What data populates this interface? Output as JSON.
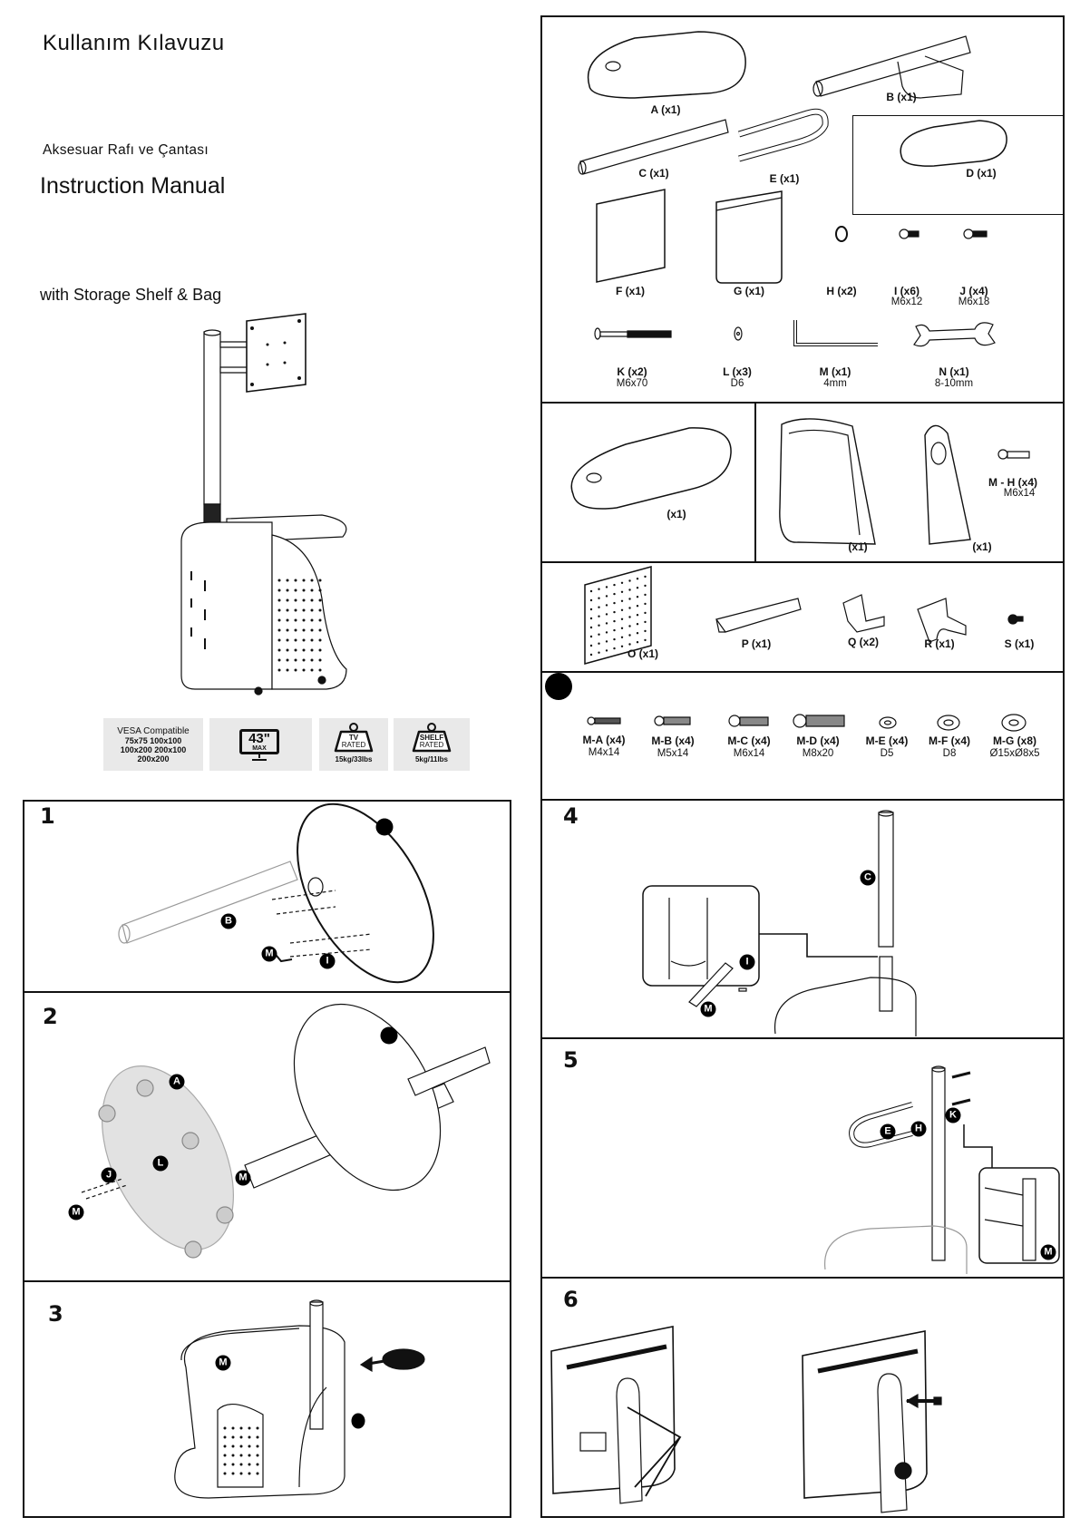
{
  "cover": {
    "title_tr": "Kullanım Kılavuzu",
    "subtitle_tr": "Aksesuar Rafı ve Çantası",
    "title_en": "Instruction Manual",
    "subtitle_en": "with Storage Shelf & Bag"
  },
  "badges": {
    "vesa": {
      "title": "VESA Compatible",
      "sizes": [
        "75x75 100x100",
        "100x200 200x100",
        "200x200"
      ]
    },
    "screen": {
      "size": "43\"",
      "label": "MAX",
      "icon": "tv-icon"
    },
    "tv_rated": {
      "line1": "TV",
      "line2": "RATED",
      "weight": "15kg/33lbs",
      "icon": "weight-icon"
    },
    "shelf_rated": {
      "line1": "SHELF",
      "line2": "RATED",
      "weight": "5kg/11lbs",
      "icon": "weight-icon"
    }
  },
  "parts": [
    {
      "label": "A (x1)"
    },
    {
      "label": "B (x1)"
    },
    {
      "label": "C (x1)"
    },
    {
      "label": "E (x1)"
    },
    {
      "label": "D (x1)"
    },
    {
      "label": "F (x1)"
    },
    {
      "label": "G (x1)"
    },
    {
      "label": "H (x2)"
    },
    {
      "label": "I (x6)",
      "spec": "M6x12"
    },
    {
      "label": "J (x4)",
      "spec": "M6x18"
    },
    {
      "label": "K (x2)",
      "spec": "M6x70"
    },
    {
      "label": "L (x3)",
      "spec": "D6"
    },
    {
      "label": "M (x1)",
      "spec": "4mm"
    },
    {
      "label": "N (x1)",
      "spec": "8-10mm"
    }
  ],
  "bag_parts": [
    {
      "label": "(x1)"
    },
    {
      "label": "(x1)"
    },
    {
      "label": "(x1)"
    },
    {
      "label": "M - H (x4)",
      "spec": "M6x14"
    }
  ],
  "accessories": [
    {
      "label": "O (x1)"
    },
    {
      "label": "P (x1)"
    },
    {
      "label": "Q (x2)"
    },
    {
      "label": "R (x1)"
    },
    {
      "label": "S (x1)"
    }
  ],
  "hardware": [
    {
      "label": "M-A (x4)",
      "spec": "M4x14"
    },
    {
      "label": "M-B (x4)",
      "spec": "M5x14"
    },
    {
      "label": "M-C (x4)",
      "spec": "M6x14"
    },
    {
      "label": "M-D (x4)",
      "spec": "M8x20"
    },
    {
      "label": "M-E (x4)",
      "spec": "D5"
    },
    {
      "label": "M-F (x4)",
      "spec": "D8"
    },
    {
      "label": "M-G (x8)",
      "spec": "Ø15xØ8x5"
    }
  ],
  "steps": [
    {
      "number": "1",
      "callouts": [
        "B",
        "M",
        "I"
      ]
    },
    {
      "number": "2",
      "callouts": [
        "A",
        "J",
        "M",
        "L",
        "M"
      ]
    },
    {
      "number": "3",
      "callouts": [
        "M"
      ]
    },
    {
      "number": "4",
      "callouts": [
        "C",
        "I",
        "M"
      ]
    },
    {
      "number": "5",
      "callouts": [
        "E",
        "H",
        "K",
        "M"
      ]
    },
    {
      "number": "6",
      "callouts": []
    }
  ]
}
